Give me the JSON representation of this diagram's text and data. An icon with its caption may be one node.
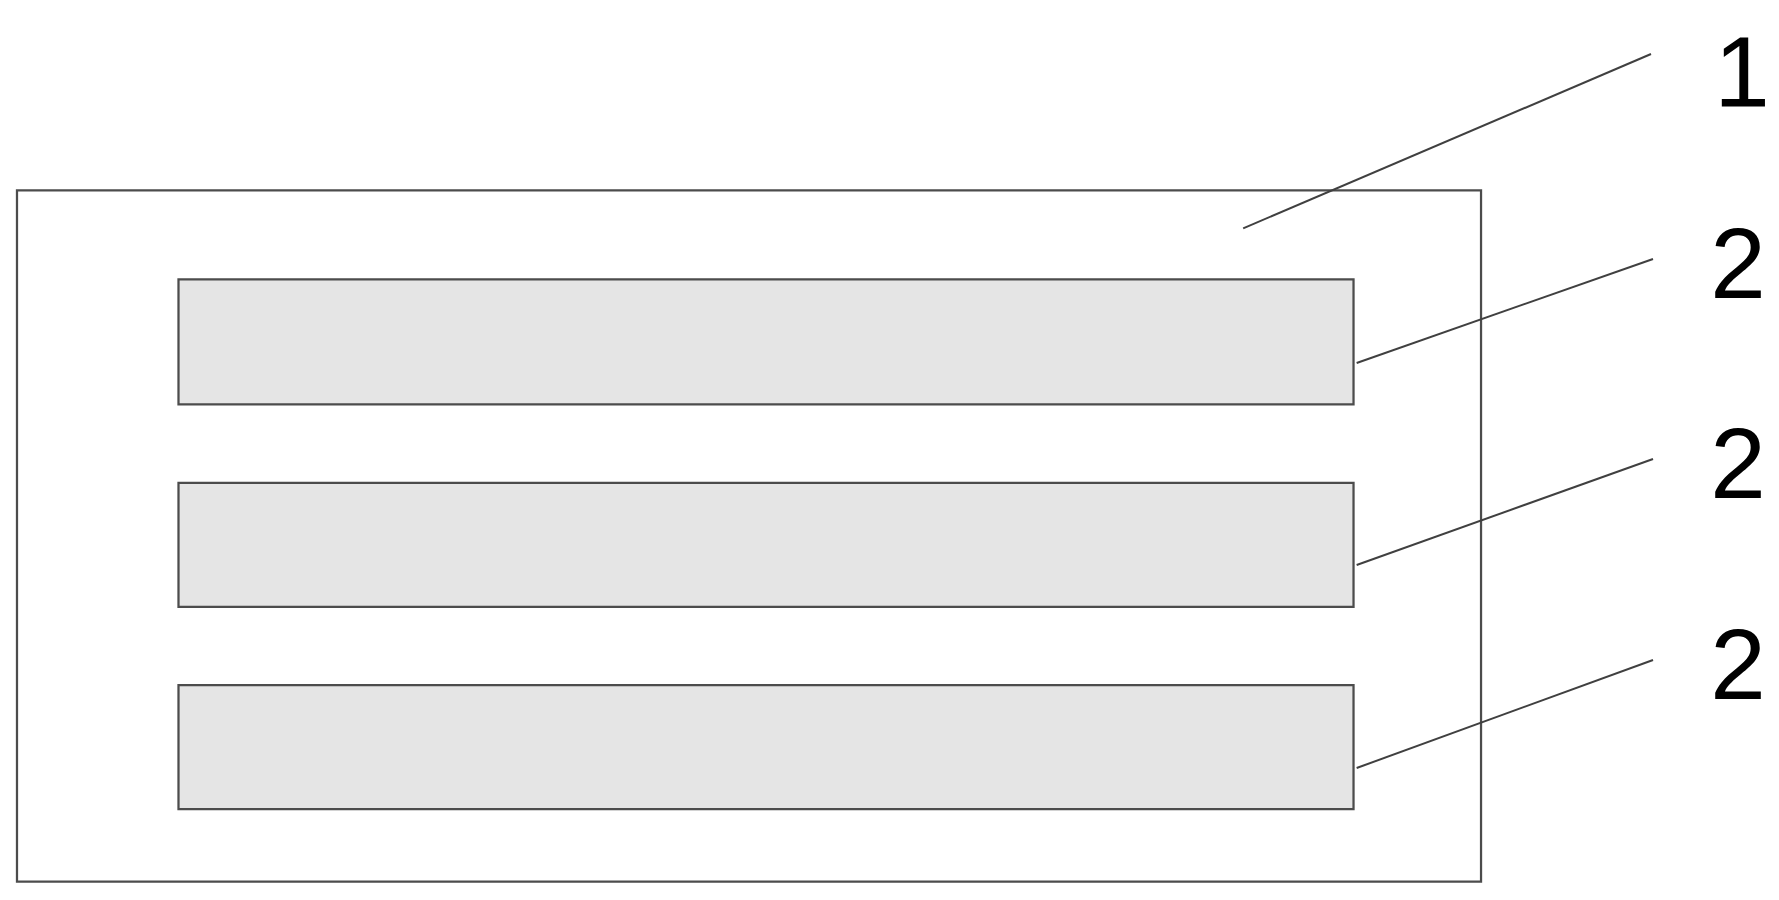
{
  "diagram": {
    "nodes": [
      {
        "text": [
          "1"
        ]
      },
      {
        "text": [
          "2"
        ]
      },
      {
        "text": [
          "2"
        ]
      },
      {
        "text": [
          "2"
        ]
      },
      {
        "text": [],
        "shape": "box"
      },
      {
        "text": [],
        "shape": "bar",
        "in": 4
      },
      {
        "text": [],
        "shape": "bar",
        "in": 4
      },
      {
        "text": [],
        "shape": "bar",
        "in": 4
      }
    ],
    "edges": [
      {
        "from": 0,
        "to": 4,
        "arrow": "none"
      },
      {
        "from": 1,
        "to": 5,
        "arrow": "none"
      },
      {
        "from": 2,
        "to": 6,
        "arrow": "none"
      },
      {
        "from": 3,
        "to": 7,
        "arrow": "none"
      }
    ]
  }
}
